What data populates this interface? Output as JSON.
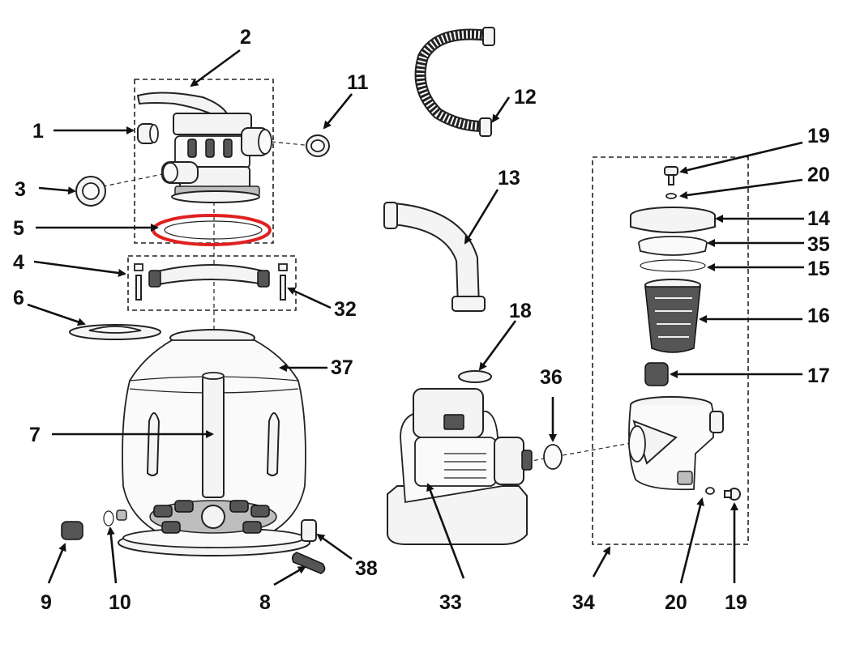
{
  "callouts": [
    "1",
    "2",
    "3",
    "4",
    "5",
    "6",
    "7",
    "8",
    "9",
    "10",
    "11",
    "12",
    "13",
    "14",
    "15",
    "16",
    "17",
    "18",
    "19",
    "20",
    "32",
    "33",
    "34",
    "35",
    "36",
    "37",
    "38"
  ],
  "callouts_bottom": {
    "c19b": "19",
    "c20b": "20"
  },
  "highlight_color": "#e02020"
}
